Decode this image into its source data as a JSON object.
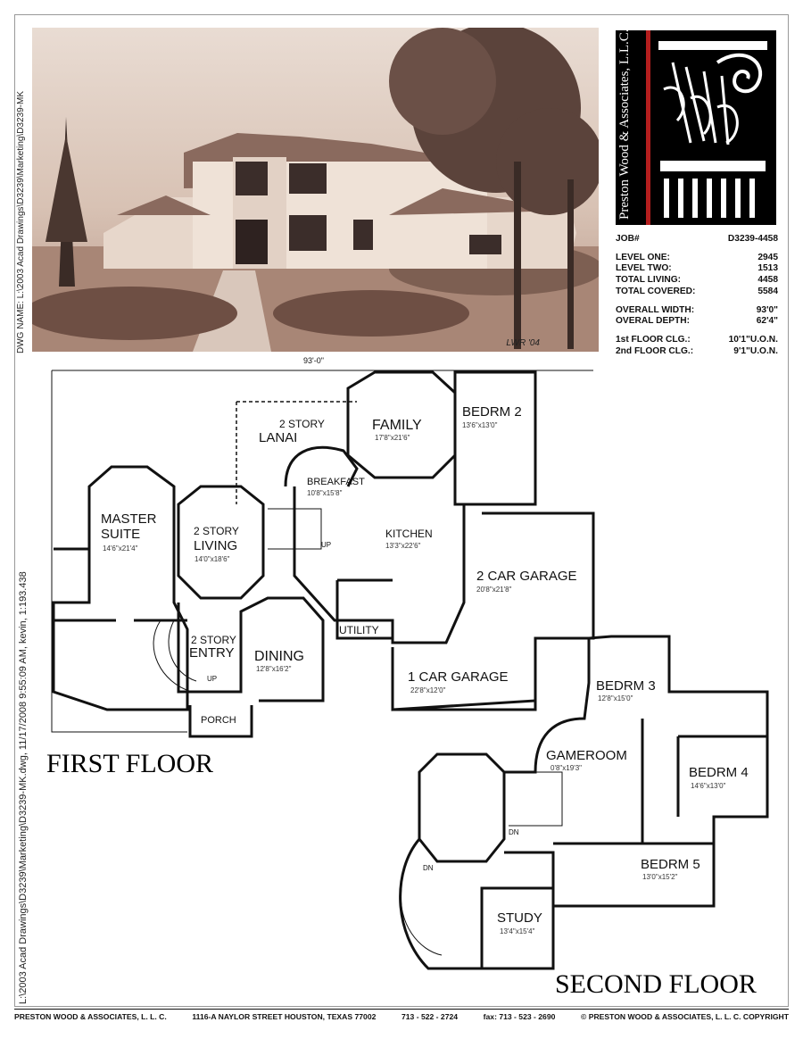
{
  "logo": {
    "company": "Preston Wood & Associates, L.L.C."
  },
  "sheet": {
    "dwg_name": "DWG NAME: L:\\2003 Acad Drawings\\D3239\\Marketing\\D3239-MK",
    "plot_stamp": "L:\\2003 Acad Drawings\\D3239\\Marketing\\D3239-MK.dwg, 11/17/2008 9:55:09 AM, kevin, 1:193.438",
    "artist_signature": "LWR '04"
  },
  "stats": {
    "job": {
      "label": "JOB#",
      "value": "D3239-4458"
    },
    "areas": [
      {
        "label": "LEVEL ONE:",
        "value": "2945"
      },
      {
        "label": "LEVEL TWO:",
        "value": "1513"
      },
      {
        "label": "TOTAL LIVING:",
        "value": "4458"
      },
      {
        "label": "TOTAL COVERED:",
        "value": "5584"
      }
    ],
    "dimensions": [
      {
        "label": "OVERALL WIDTH:",
        "value": "93'0\""
      },
      {
        "label": "OVERAL DEPTH:",
        "value": "62'4\""
      }
    ],
    "ceilings": [
      {
        "label": "1st FLOOR CLG.:",
        "value": "10'1\"U.O.N."
      },
      {
        "label": "2nd FLOOR CLG.:",
        "value": "9'1\"U.O.N."
      }
    ]
  },
  "plan": {
    "overall_dim": "93'-0\"",
    "first_floor_label": "FIRST FLOOR",
    "second_floor_label": "SECOND FLOOR",
    "first_floor_rooms": [
      {
        "name": "2 STORY",
        "name2": "LANAI",
        "dims": ""
      },
      {
        "name": "FAMILY",
        "name2": "",
        "dims": "17'8\"x21'6\""
      },
      {
        "name": "BEDRM 2",
        "name2": "",
        "dims": "13'6\"x13'0\""
      },
      {
        "name": "BREAKFAST",
        "name2": "",
        "dims": "10'8\"x15'8\""
      },
      {
        "name": "MASTER",
        "name2": "SUITE",
        "dims": "14'6\"x21'4\""
      },
      {
        "name": "2 STORY",
        "name2": "LIVING",
        "dims": "14'0\"x18'6\""
      },
      {
        "name": "KITCHEN",
        "name2": "",
        "dims": "13'3\"x22'6\""
      },
      {
        "name": "2 CAR GARAGE",
        "name2": "",
        "dims": "20'8\"x21'8\""
      },
      {
        "name": "UTILITY",
        "name2": "",
        "dims": ""
      },
      {
        "name": "2 STORY",
        "name2": "ENTRY",
        "dims": ""
      },
      {
        "name": "DINING",
        "name2": "",
        "dims": "12'8\"x16'2\""
      },
      {
        "name": "1 CAR GARAGE",
        "name2": "",
        "dims": "22'8\"x12'0\""
      },
      {
        "name": "PORCH",
        "name2": "",
        "dims": ""
      }
    ],
    "second_floor_rooms": [
      {
        "name": "BEDRM 3",
        "dims": "12'8\"x15'0\""
      },
      {
        "name": "GAMEROOM",
        "dims": "0'8\"x19'3\""
      },
      {
        "name": "BEDRM 4",
        "dims": "14'6\"x13'0\""
      },
      {
        "name": "BEDRM 5",
        "dims": "13'0\"x15'2\""
      },
      {
        "name": "STUDY",
        "dims": "13'4\"x15'4\""
      }
    ],
    "stair_marks": {
      "up1": "UP",
      "up2": "UP",
      "dn1": "DN",
      "dn2": "DN"
    }
  },
  "footer": {
    "company": "PRESTON WOOD & ASSOCIATES, L. L. C.",
    "address": "1116-A NAYLOR STREET HOUSTON, TEXAS 77002",
    "phone": "713 - 522 - 2724",
    "fax": "fax: 713 - 523 - 2690",
    "copyright": "© PRESTON WOOD & ASSOCIATES, L. L. C. COPYRIGHT"
  }
}
